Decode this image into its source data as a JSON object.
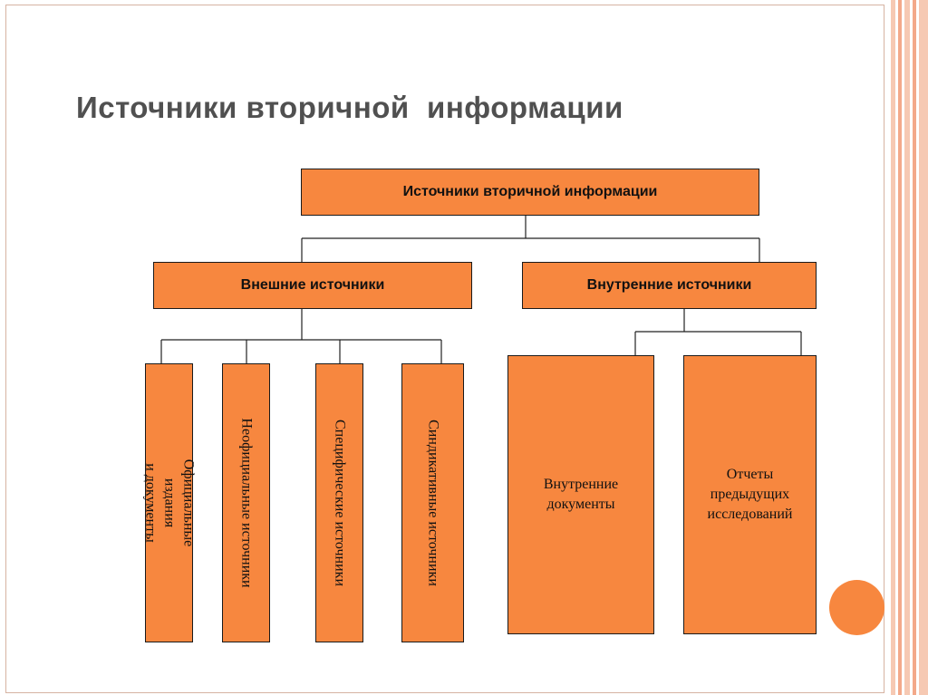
{
  "slide": {
    "title": "Источники вторичной  информации"
  },
  "diagram": {
    "root": {
      "label": "Источники вторичной информации"
    },
    "branches": [
      {
        "label": "Внешние источники",
        "children": [
          {
            "label": "Официальные издания\nи документы"
          },
          {
            "label": "Неофициальные источники"
          },
          {
            "label": "Специфические источники"
          },
          {
            "label": "Синдикативные источники"
          }
        ]
      },
      {
        "label": "Внутренние источники",
        "children": [
          {
            "label": "Внутренние\nдокументы"
          },
          {
            "label": "Отчеты\nпредыдущих\nисследований"
          }
        ]
      }
    ]
  },
  "theme": {
    "box_fill": "#f7873f",
    "title_color": "#505050",
    "stripe_colors": [
      "#f6c9b3",
      "#f3a98a"
    ]
  }
}
